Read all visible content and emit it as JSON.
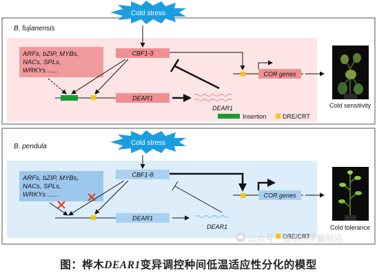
{
  "panel_top": {
    "species": "B. fujianensis",
    "stimulus": "Cold stress",
    "tf_list_lines": [
      "ARFs, bZIP, MYBs,",
      "NACs, SPLs,",
      "WRKYs ......"
    ],
    "cbf_gene": "CBF1-3",
    "dear1_gene": "DEAR1",
    "dear1_protein": "DEAR1",
    "cor_gene": "COR genes",
    "phenotype": "Cold sensitivity",
    "legend": {
      "insertion": "Insertion",
      "dre": "DRE/CRT"
    }
  },
  "panel_bottom": {
    "species": "B. pendula",
    "stimulus": "Cold stress",
    "tf_list_lines": [
      "ARFs, bZIP, MYBs,",
      "NACs, SPLs,",
      "WRKYs ......"
    ],
    "cbf_gene": "CBF1-8",
    "dear1_gene": "DEAR1",
    "dear1_protein": "DEAR1",
    "cor_gene": "COR genes",
    "phenotype": "Cold tolerance",
    "legend": {
      "dre": "DRE/CRT"
    }
  },
  "caption": {
    "prefix": "图：桦木",
    "gene": "DEAR1",
    "suffix": "变异调控种间低温适应性分化的模型"
  },
  "watermark": "公众号 · 植物科学最前沿",
  "colors": {
    "top_bg": "#fde5e6",
    "top_box": "#f08f91",
    "tf_box_top": "#ef9b9d",
    "bottom_bg": "#ddeefa",
    "bottom_box": "#a9d0f0",
    "tf_box_bottom": "#9cc8ee",
    "starburst": "#1b9ee0",
    "dre_square": "#f5c518",
    "insertion": "#1a9b36",
    "rna_top": "#f08f91",
    "rna_bottom": "#86bde6",
    "block_x": "#e53a1f"
  }
}
